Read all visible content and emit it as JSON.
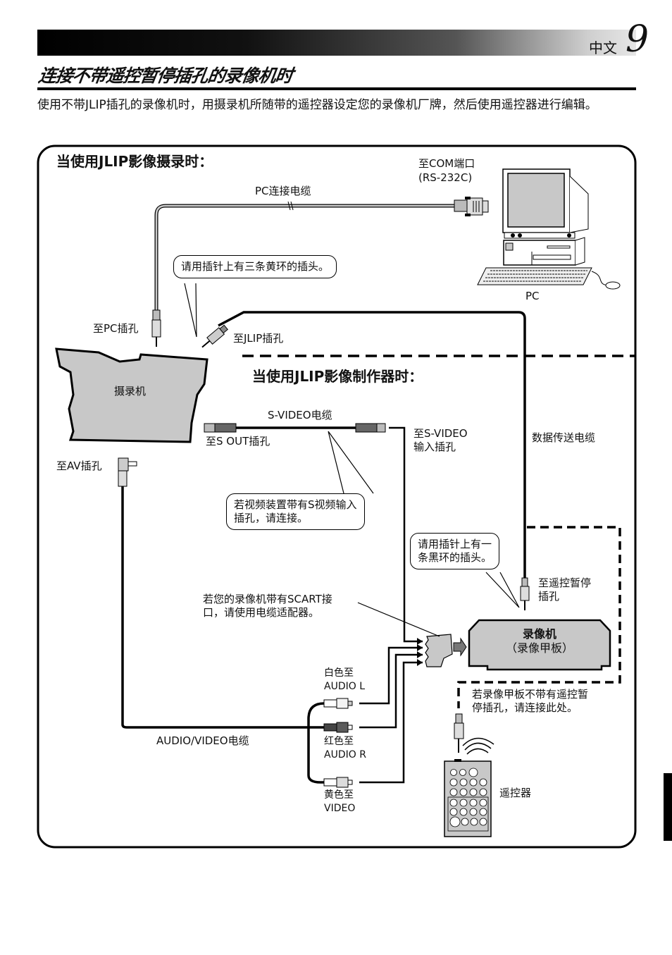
{
  "header": {
    "language": "中文",
    "page_number": "9"
  },
  "title": "连接不带遥控暂停插孔的录像机时",
  "intro": "使用不带JLIP插孔的录像机时，用摄录机所随带的遥控器设定您的录像机厂牌，然后使用遥控器进行编辑。",
  "diagram": {
    "section_jlip_video_capture": "当使用JLIP影像摄录时：",
    "section_jlip_video_producer": "当使用JLIP影像制作器时：",
    "pc_cable": "PC连接电缆",
    "to_com_port": "至COM端口",
    "rs232c": "(RS-232C)",
    "pc": "PC",
    "callout_three_rings": "请用插针上有三条黄环的插头。",
    "to_pc_jack": "至PC插孔",
    "to_jlip_jack": "至JLIP插孔",
    "camcorder": "摄录机",
    "svideo_cable": "S-VIDEO电缆",
    "to_s_out": "至S OUT插孔",
    "to_svideo_in_line1": "至S-VIDEO",
    "to_svideo_in_line2": "输入插孔",
    "data_cable": "数据传送电缆",
    "to_av_jack": "至AV插孔",
    "callout_svideo_line1": "若视频装置带有S视频输入",
    "callout_svideo_line2": "插孔，请连接。",
    "callout_one_ring_line1": "请用插针上有一",
    "callout_one_ring_line2": "条黑环的插头。",
    "to_remote_pause_line1": "至遥控暂停",
    "to_remote_pause_line2": "插孔",
    "scart_note_line1": "若您的录像机带有SCART接",
    "scart_note_line2": "口，请使用电缆适配器。",
    "vcr_title": "录像机",
    "vcr_subtitle": "（录像甲板）",
    "white_to_line1": "白色至",
    "white_to_line2": "AUDIO L",
    "red_to_line1": "红色至",
    "red_to_line2": "AUDIO R",
    "yellow_to_line1": "黄色至",
    "yellow_to_line2": "VIDEO",
    "av_cable": "AUDIO/VIDEO电缆",
    "no_pause_note_line1": "若录像甲板不带有遥控暂",
    "no_pause_note_line2": "停插孔，请连接此处。",
    "remote": "遥控器"
  },
  "colors": {
    "device_fill": "#c8c8c8",
    "plug_dark": "#5a5a5a",
    "plug_white": "#f4f4f4",
    "plug_yellow": "#dcdcdc"
  }
}
